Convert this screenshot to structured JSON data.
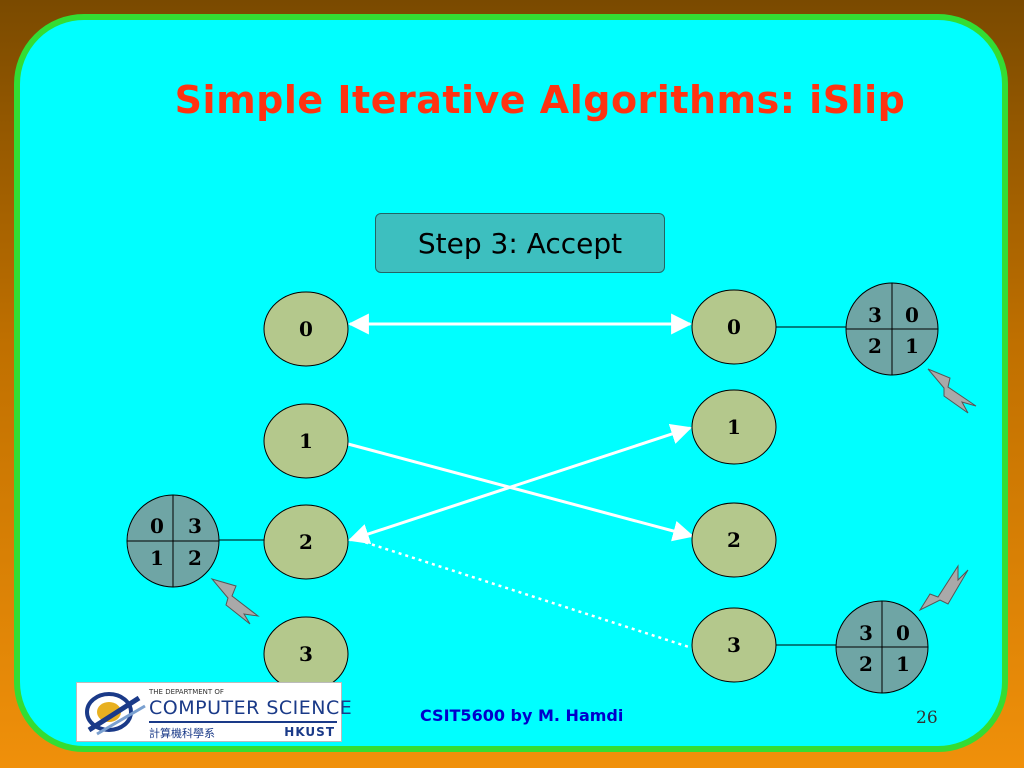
{
  "title": "Simple Iterative Algorithms: iSlip",
  "step_label": "Step 3: Accept",
  "inputs": [
    {
      "label": "0"
    },
    {
      "label": "1"
    },
    {
      "label": "2"
    },
    {
      "label": "3"
    }
  ],
  "outputs": [
    {
      "label": "0"
    },
    {
      "label": "1"
    },
    {
      "label": "2"
    },
    {
      "label": "3"
    }
  ],
  "pointer_input2": [
    "0",
    "3",
    "1",
    "2"
  ],
  "pointer_output0": [
    "3",
    "0",
    "2",
    "1"
  ],
  "pointer_output3": [
    "3",
    "0",
    "2",
    "1"
  ],
  "footer": "CSIT5600 by M. Hamdi",
  "page_number": "26",
  "logo": {
    "dept": "THE DEPARTMENT OF",
    "name": "COMPUTER SCIENCE",
    "chinese": "計算機科學系",
    "school": "HKUST"
  },
  "colors": {
    "background": "#00ffff",
    "border": "#33dd33",
    "title": "#ff3311",
    "node_fill": "#b4c88c",
    "pointer_fill": "#6fa5a5",
    "footer": "#0000cc"
  }
}
